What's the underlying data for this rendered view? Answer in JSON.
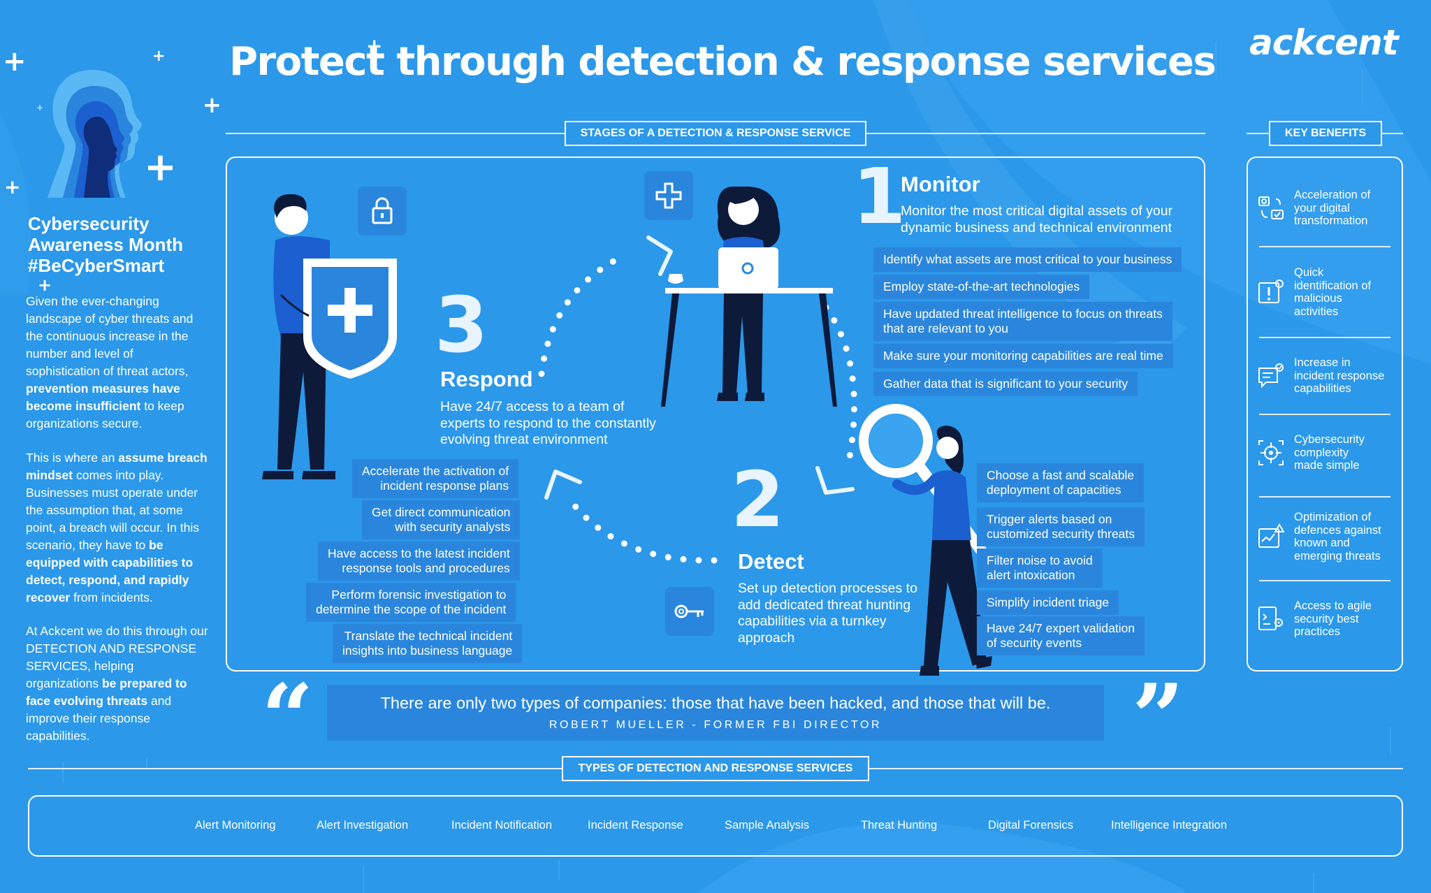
{
  "header": {
    "title": "Protect through detection & response services",
    "logo": "ackcent"
  },
  "left": {
    "heading_line1": "Cybersecurity",
    "heading_line2": "Awareness Month",
    "heading_line3": "#BeCyberSmart",
    "p1_a": "Given the ever-changing landscape of cyber threats and the continuous increase in the number and level of sophistication of threat actors,",
    "p1_b": "prevention measures have become insufficient",
    "p1_c": " to keep organizations secure.",
    "p2_a": "This is where an ",
    "p2_b": "assume breach mindset",
    "p2_c": " comes into play. Businesses must operate under the assumption that, at some point, a breach will occur. In this scenario, they have to ",
    "p2_d": "be equipped with capabilities to detect, respond, and rapidly recover",
    "p2_e": " from incidents.",
    "p3_a": "At Ackcent we do this through our DETECTION AND RESPONSE SERVICES, helping organizations ",
    "p3_b": "be prepared to face evolving threats",
    "p3_c": " and improve their response capabilities."
  },
  "stages_label": "STAGES OF A DETECTION & RESPONSE SERVICE",
  "benefits_label": "KEY BENEFITS",
  "types_label": "TYPES OF DETECTION AND RESPONSE SERVICES",
  "monitor": {
    "number": "1",
    "title": "Monitor",
    "desc_line1": "Monitor the most critical digital assets of your",
    "desc_line2": "dynamic business and technical environment",
    "items": [
      "Identify what assets are most critical to your business",
      "Employ state-of-the-art technologies",
      "Have updated threat intelligence to focus on threats",
      "that are relevant to you",
      "Make sure your monitoring capabilities are real time",
      "Gather data that is significant to your security"
    ]
  },
  "detect": {
    "number": "2",
    "title": "Detect",
    "desc_line1": "Set up detection processes to",
    "desc_line2": "add dedicated threat hunting",
    "desc_line3": "capabilities via a turnkey",
    "desc_line4": "approach",
    "items": [
      "Choose a fast and scalable",
      "deployment of capacities",
      "Trigger alerts based on",
      "customized security threats",
      "Filter noise to avoid",
      "alert intoxication",
      "Simplify incident triage",
      "Have 24/7 expert validation",
      "of security events"
    ]
  },
  "respond": {
    "number": "3",
    "title": "Respond",
    "desc_line1": "Have 24/7 access to a team of",
    "desc_line2": "experts to respond to the constantly",
    "desc_line3": "evolving threat environment",
    "items": [
      "Accelerate the activation of",
      "incident response plans",
      "Get direct communication",
      "with security analysts",
      "Have access to the latest incident",
      "response tools and procedures",
      "Perform forensic investigation to",
      "determine the scope of the incident",
      "Translate the technical incident",
      "insights into business language"
    ]
  },
  "benefits": [
    {
      "l1": "Acceleration of",
      "l2": "your digital",
      "l3": "transformation",
      "l4": "",
      "icon": "transform-icon"
    },
    {
      "l1": "Quick",
      "l2": "identification of",
      "l3": "malicious",
      "l4": "activities",
      "icon": "alert-window-icon"
    },
    {
      "l1": "Increase in",
      "l2": "incident response",
      "l3": "capabilities",
      "l4": "",
      "icon": "chat-check-icon"
    },
    {
      "l1": "Cybersecurity",
      "l2": "complexity",
      "l3": "made simple",
      "l4": "",
      "icon": "target-icon"
    },
    {
      "l1": "Optimization of",
      "l2": "defences against",
      "l3": "known and",
      "l4": "emerging threats",
      "icon": "chart-warning-icon"
    },
    {
      "l1": "Access to agile",
      "l2": "security best",
      "l3": "practices",
      "l4": "",
      "icon": "document-gear-icon"
    }
  ],
  "quote": {
    "text": "There are only two types of companies: those that have been hacked, and those that will be.",
    "author": "ROBERT MUELLER - FORMER FBI DIRECTOR"
  },
  "types": [
    "Alert Monitoring",
    "Alert Investigation",
    "Incident Notification",
    "Incident Response",
    "Sample Analysis",
    "Threat Hunting",
    "Digital Forensics",
    "Intelligence Integration"
  ],
  "colors": {
    "background": "#2b98ea",
    "panel": "#2a86dc",
    "dark_navy": "#0d1a3a",
    "accent_blue": "#1b5fd0"
  }
}
